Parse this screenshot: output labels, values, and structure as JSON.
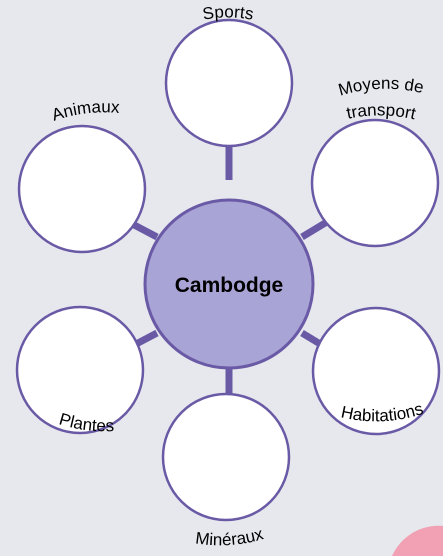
{
  "diagram": {
    "center_label": "Cambodge",
    "branches": [
      {
        "id": "sports",
        "label": "Sports"
      },
      {
        "id": "moyens-de-transport",
        "label_line1": "Moyens de",
        "label_line2": "transport"
      },
      {
        "id": "habitations",
        "label": "Habitations"
      },
      {
        "id": "mineraux",
        "label": "Minéraux"
      },
      {
        "id": "plantes",
        "label": "Plantes"
      },
      {
        "id": "animaux",
        "label": "Animaux"
      }
    ]
  },
  "colors": {
    "background": "#e6e8ee",
    "outline": "#6a5aa6",
    "center_fill": "#a9a4d6",
    "circle_fill": "#ffffff",
    "text": "#000000",
    "corner_decoration": "#f2a0b3"
  }
}
